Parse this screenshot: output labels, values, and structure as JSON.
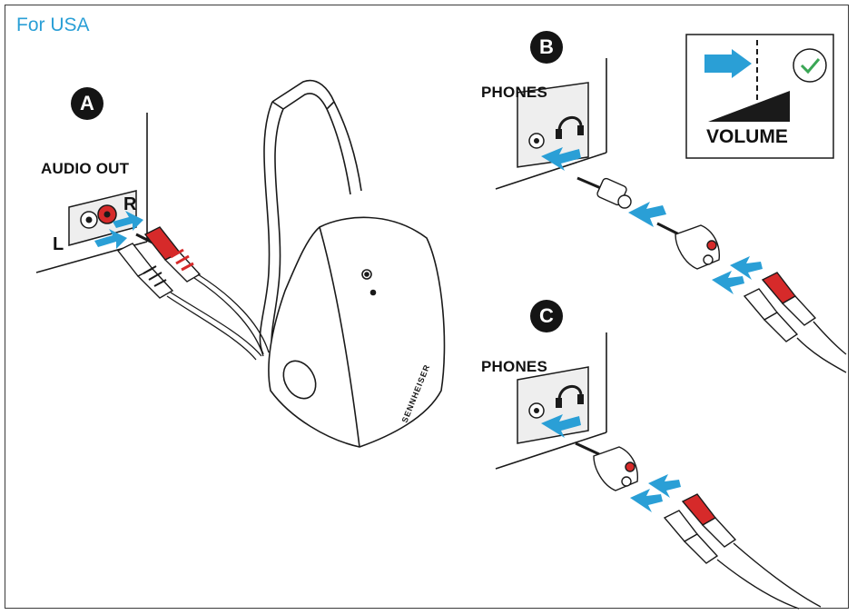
{
  "region_title": "For USA",
  "steps": {
    "a": {
      "badge": "A",
      "port_label": "AUDIO OUT",
      "left_channel": "L",
      "right_channel": "R"
    },
    "b": {
      "badge": "B",
      "port_label": "PHONES"
    },
    "c": {
      "badge": "C",
      "port_label": "PHONES"
    }
  },
  "volume_panel": {
    "label": "VOLUME"
  },
  "device": {
    "brand": "SENNHEISER"
  },
  "colors": {
    "arrow": "#2a9fd6",
    "red_plug": "#d62a2a",
    "check": "#3aa655",
    "outline": "#1a1a1a"
  }
}
